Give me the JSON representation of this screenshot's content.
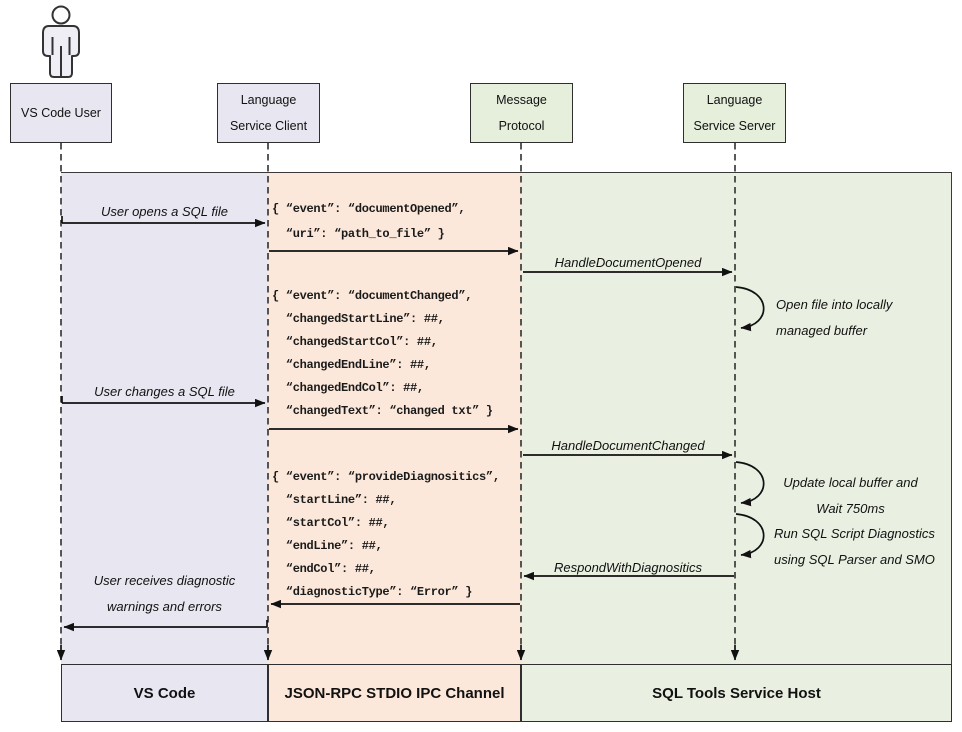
{
  "colors": {
    "lane_lavender": "#e8e7f1",
    "lane_peach": "#fbe8da",
    "lane_green": "#e9f0e2",
    "box_border": "#2f2f2f",
    "arrow": "#111111"
  },
  "actors": {
    "user": {
      "line1": "VS Code User"
    },
    "client": {
      "line1": "Language",
      "line2": "Service Client"
    },
    "protocol": {
      "line1": "Message",
      "line2": "Protocol"
    },
    "server": {
      "line1": "Language",
      "line2": "Service Server"
    }
  },
  "labels": {
    "user_opens": "User opens a SQL file",
    "user_changes": "User changes a SQL file",
    "user_receives": [
      "User receives diagnostic",
      "warnings and errors"
    ],
    "handle_opened": "HandleDocumentOpened",
    "handle_changed": "HandleDocumentChanged",
    "respond": "RespondWithDiagnositics"
  },
  "notes": {
    "open_file": [
      "Open file into locally",
      "managed buffer"
    ],
    "update_buffer": [
      "Update local buffer and",
      "Wait 750ms"
    ],
    "run_diagnostics": [
      "Run SQL Script Diagnostics",
      "using SQL Parser and SMO"
    ]
  },
  "payloads": {
    "document_opened": [
      "{ “event”: “documentOpened”,",
      "  “uri”: “path_to_file” }"
    ],
    "document_changed": [
      "{ “event”: “documentChanged”,",
      "  “changedStartLine”: ##,",
      "  “changedStartCol”: ##,",
      "  “changedEndLine”: ##,",
      "  “changedEndCol”: ##,",
      "  “changedText”: “changed txt” }"
    ],
    "provide_diagnostics": [
      "{ “event”: “provideDiagnositics”,",
      "  “startLine”: ##,",
      "  “startCol”: ##,",
      "  “endLine”: ##,",
      "  “endCol”: ##,",
      "  “diagnosticType”: “Error” }"
    ]
  },
  "footer": {
    "vscode": "VS Code",
    "ipc_channel": "JSON-RPC STDIO IPC Channel",
    "service_host": "SQL Tools Service Host"
  }
}
